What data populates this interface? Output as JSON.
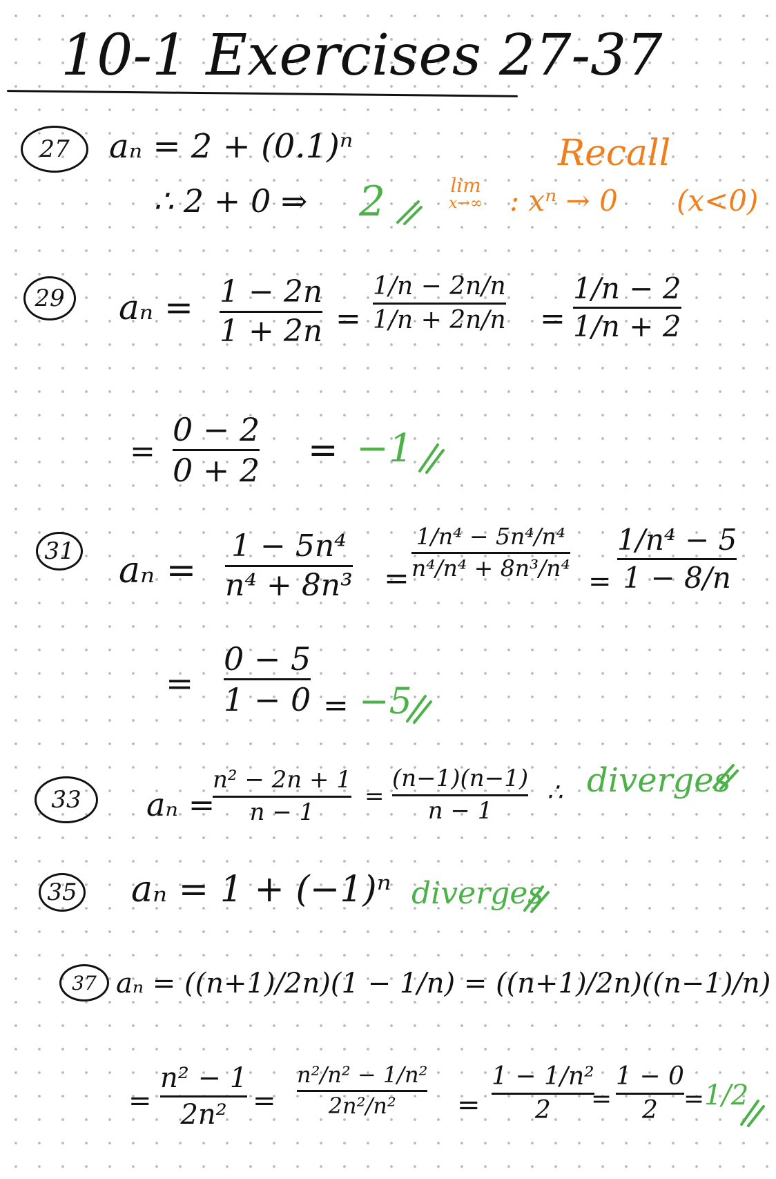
{
  "title": "10-1 Exercises 27-37",
  "recall": {
    "label": "Recall",
    "lim": "lim",
    "sub": "x→∞",
    "expr": ": xⁿ → 0",
    "cond": "(x<0)"
  },
  "colors": {
    "ink": "#111111",
    "answer": "#4db14a",
    "note": "#f07e1b",
    "grid_dot": "#b8b8b8"
  },
  "problems": [
    {
      "number": "27",
      "lines": [
        "aₙ = 2 + (0.1)ⁿ",
        "∴ 2 + 0 ⇒"
      ],
      "answer": "2"
    },
    {
      "number": "29",
      "lhs": "aₙ =",
      "f1": {
        "num": "1 − 2n",
        "den": "1 + 2n"
      },
      "f2": {
        "num": "1/n − 2n/n",
        "den": "1/n + 2n/n"
      },
      "f3": {
        "num": "1/n − 2",
        "den": "1/n + 2"
      },
      "f4": {
        "num": "0 − 2",
        "den": "0 + 2"
      },
      "answer": "−1"
    },
    {
      "number": "31",
      "lhs": "aₙ =",
      "f1": {
        "num": "1 − 5n⁴",
        "den": "n⁴ + 8n³"
      },
      "f2": {
        "num": "1/n⁴ − 5n⁴/n⁴",
        "den": "n⁴/n⁴ + 8n³/n⁴"
      },
      "f3": {
        "num": "1/n⁴ − 5",
        "den": "1 − 8/n"
      },
      "f4": {
        "num": "0 − 5",
        "den": "1 − 0"
      },
      "answer": "−5"
    },
    {
      "number": "33",
      "lhs": "aₙ =",
      "f1": {
        "num": "n² − 2n + 1",
        "den": "n − 1"
      },
      "f2": {
        "num": "(n−1)(n−1)",
        "den": "n − 1"
      },
      "answer": "diverges"
    },
    {
      "number": "35",
      "lines": [
        "aₙ = 1 + (−1)ⁿ"
      ],
      "answer": "diverges"
    },
    {
      "number": "37",
      "line1": "aₙ = ((n+1)/2n)(1 − 1/n) = ((n+1)/2n)((n−1)/n)",
      "f1": {
        "num": "n² − 1",
        "den": "2n²"
      },
      "f2": {
        "num": "n²/n² − 1/n²",
        "den": "2n²/n²"
      },
      "f3": {
        "num": "1 − 1/n²",
        "den": "2"
      },
      "f4": {
        "num": "1 − 0",
        "den": "2"
      },
      "answer": "1/2"
    }
  ]
}
